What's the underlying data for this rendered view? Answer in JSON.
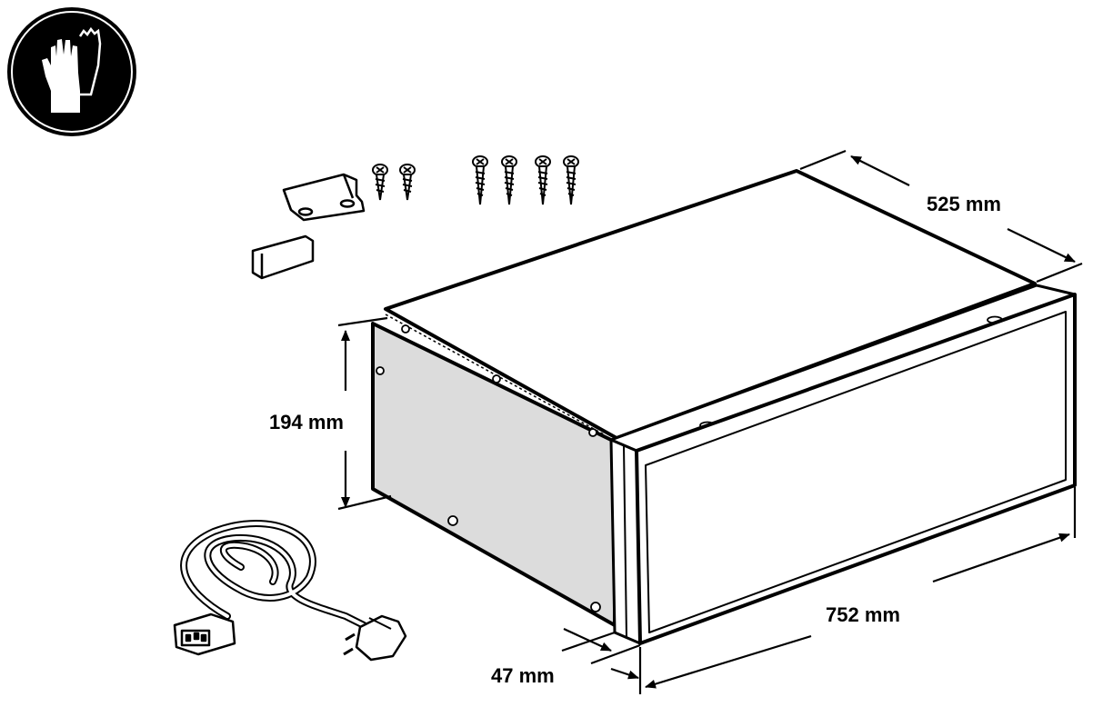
{
  "dimensions": {
    "depth": "525 mm",
    "height": "194 mm",
    "width": "752 mm",
    "front_thickness": "47 mm"
  },
  "icons": {
    "safety": "protective-gloves-icon"
  },
  "colors": {
    "line": "#000000",
    "side_panel": "#dcdcdc",
    "background": "#ffffff"
  }
}
